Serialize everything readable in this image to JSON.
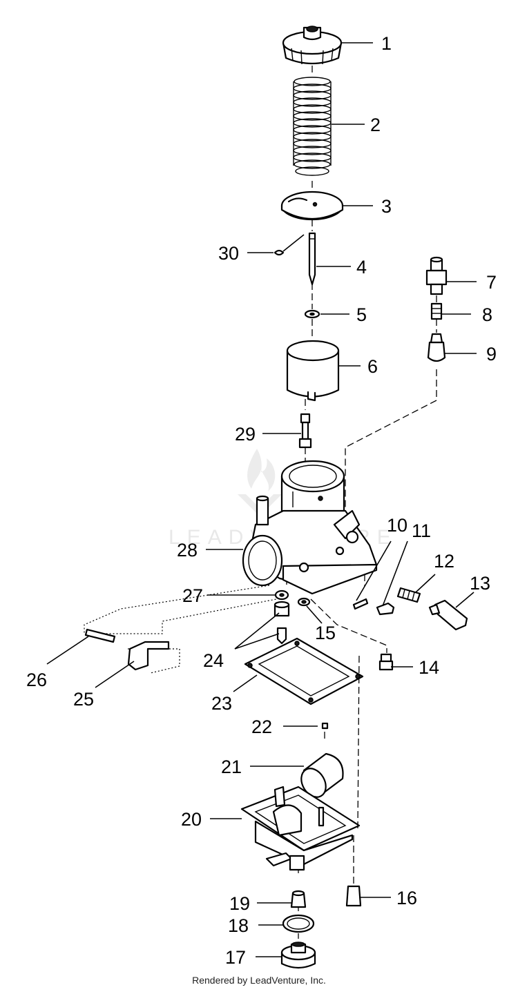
{
  "diagram": {
    "callouts": [
      "1",
      "2",
      "3",
      "4",
      "5",
      "6",
      "7",
      "8",
      "9",
      "10",
      "11",
      "12",
      "13",
      "14",
      "15",
      "16",
      "17",
      "18",
      "19",
      "20",
      "21",
      "22",
      "23",
      "24",
      "25",
      "26",
      "27",
      "28",
      "29",
      "30"
    ]
  },
  "watermark": {
    "text": "LEADVENTURE"
  },
  "footer": {
    "text": "Rendered by LeadVenture, Inc."
  }
}
